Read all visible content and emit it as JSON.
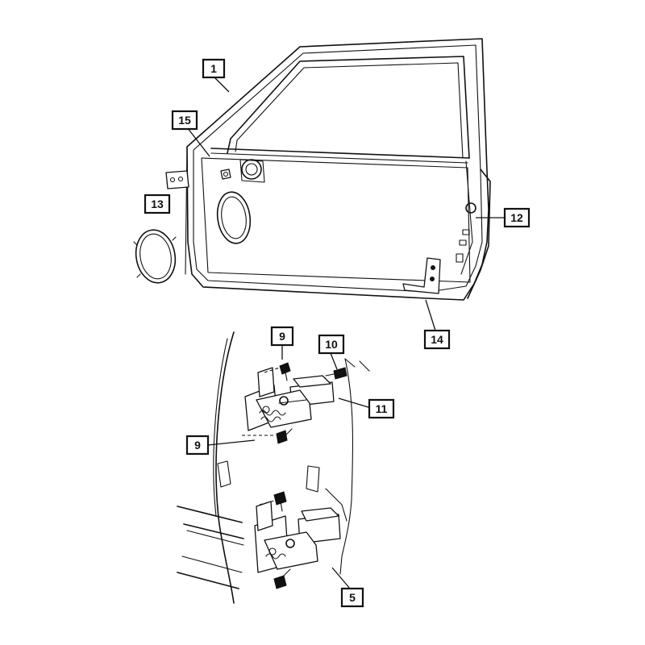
{
  "callouts": [
    {
      "id": "c1",
      "label": "1"
    },
    {
      "id": "c15",
      "label": "15"
    },
    {
      "id": "c13",
      "label": "13"
    },
    {
      "id": "c12",
      "label": "12"
    },
    {
      "id": "c14",
      "label": "14"
    },
    {
      "id": "c9a",
      "label": "9"
    },
    {
      "id": "c10",
      "label": "10"
    },
    {
      "id": "c11",
      "label": "11"
    },
    {
      "id": "c9b",
      "label": "9"
    },
    {
      "id": "c5",
      "label": "5"
    }
  ]
}
